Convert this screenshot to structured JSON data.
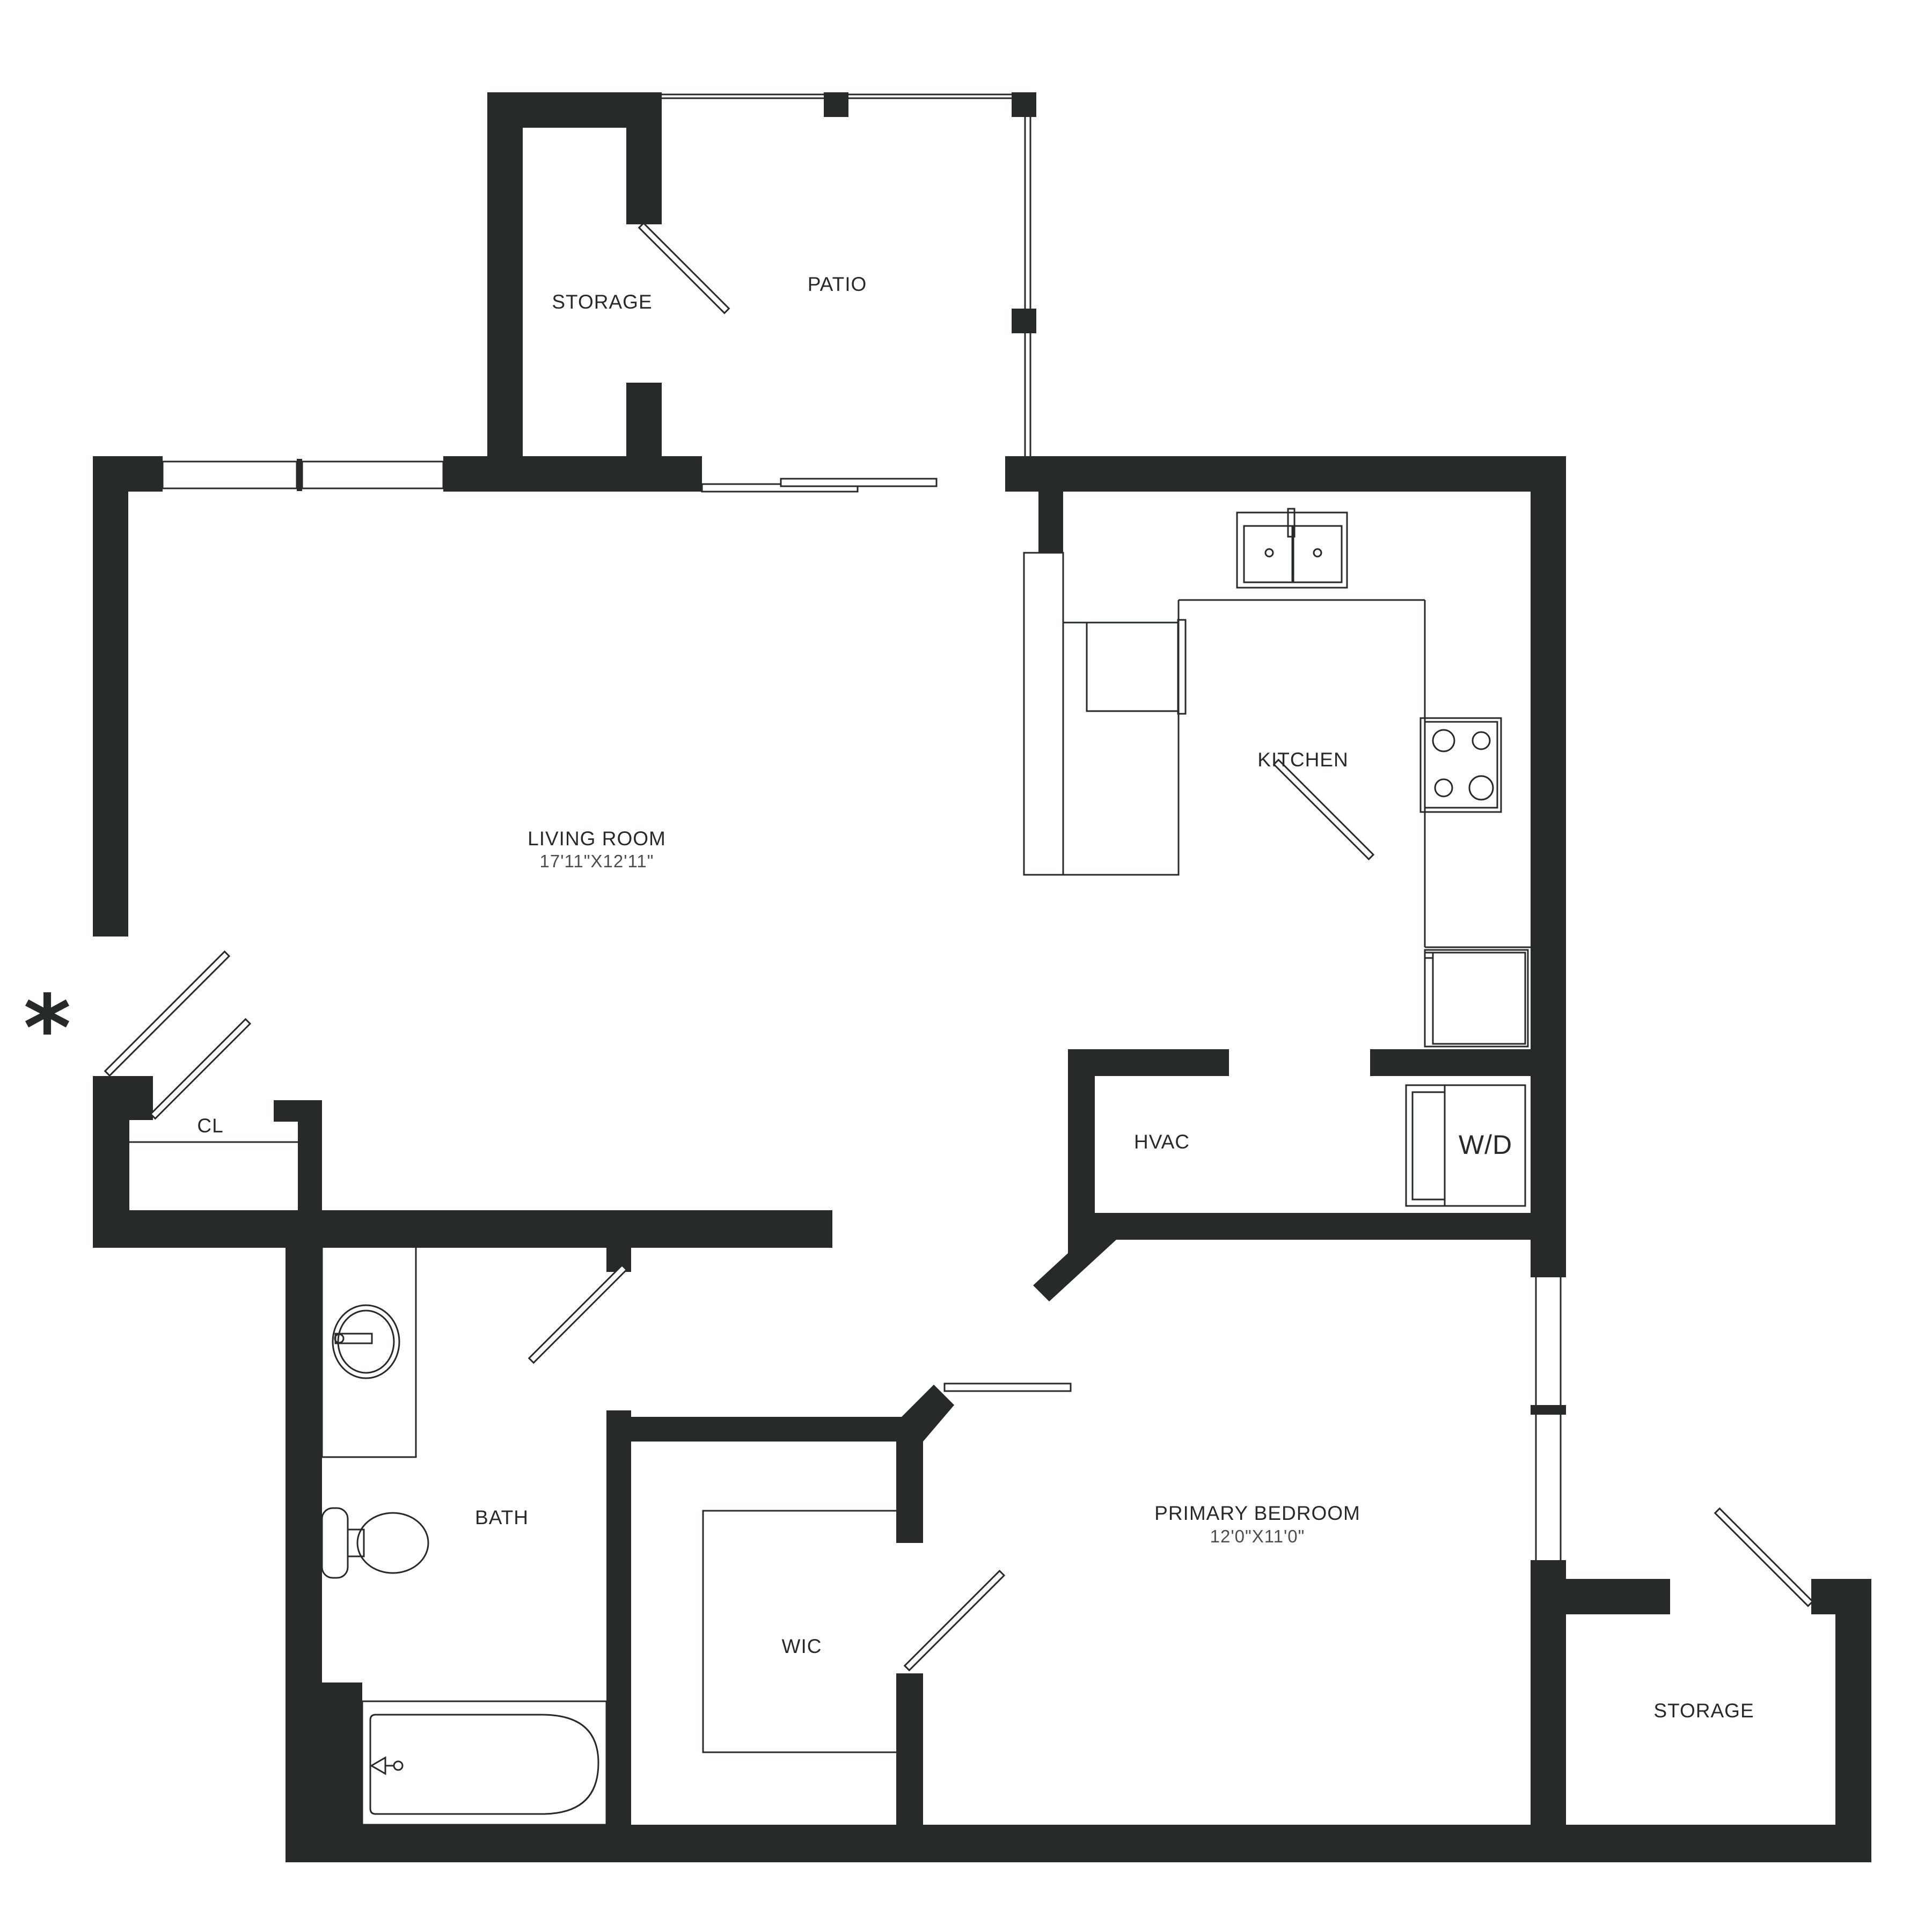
{
  "rooms": {
    "patio": "PATIO",
    "storage_top": "STORAGE",
    "living_room": "LIVING ROOM",
    "living_room_dims": "17'11\"X12'11\"",
    "kitchen": "KITCHEN",
    "closet": "CL",
    "hvac": "HVAC",
    "washer_dryer": "W/D",
    "bath": "BATH",
    "wic": "WIC",
    "primary_bedroom": "PRIMARY BEDROOM",
    "primary_bedroom_dims": "12'0\"X11'0\"",
    "storage_bottom": "STORAGE"
  },
  "entry_marker": "*",
  "colors": {
    "wall": "#262b2a",
    "background": "#ffffff"
  }
}
